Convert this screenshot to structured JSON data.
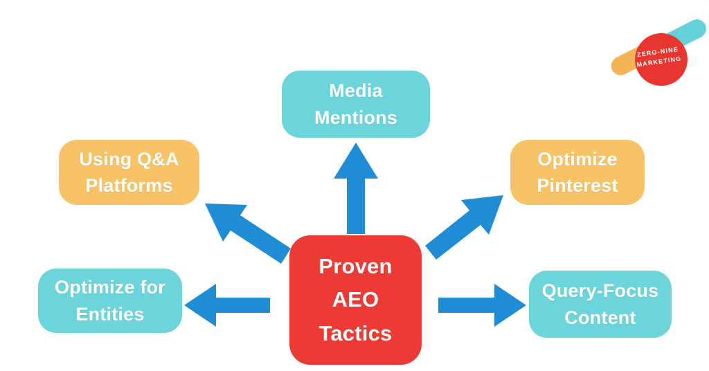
{
  "diagram": {
    "title": "Proven AEO Tactics",
    "center_node": {
      "label": "Proven\nAEO\nTactics",
      "color": "#ee3a35",
      "text_color": "#ffffff"
    },
    "nodes": [
      {
        "id": "media-mentions",
        "label": "Media\nMentions",
        "color": "#6bd5db",
        "position": "top"
      },
      {
        "id": "using-qa-platforms",
        "label": "Using Q&A\nPlatforms",
        "color": "#f8c266",
        "position": "upper-left"
      },
      {
        "id": "optimize-pinterest",
        "label": "Optimize\nPinterest",
        "color": "#f8c266",
        "position": "upper-right"
      },
      {
        "id": "optimize-for-entities",
        "label": "Optimize for\nEntities",
        "color": "#6bd5db",
        "position": "left"
      },
      {
        "id": "query-focus-content",
        "label": "Query-Focus\nContent",
        "color": "#6bd5db",
        "position": "right"
      }
    ],
    "arrow_color": "#1f8dd6",
    "background_color": "#ffffff"
  },
  "logo": {
    "text": "ZERO-NINE\nMARKETING",
    "circle_color": "#e8352f",
    "orange_bar_color": "#f3b456",
    "teal_bar_color": "#64d2da"
  }
}
